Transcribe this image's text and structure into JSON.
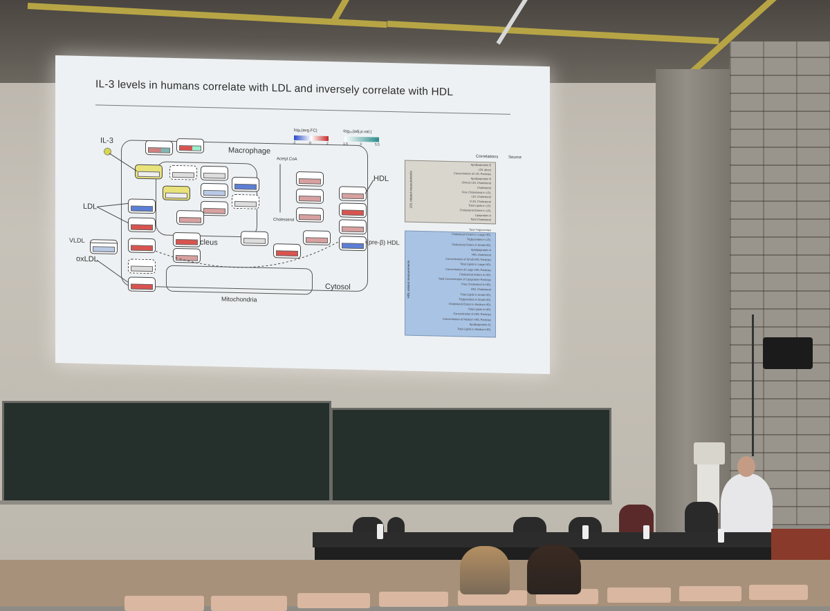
{
  "slide": {
    "title": "IL-3 levels in humans correlate with LDL and inversely correlate with HDL"
  },
  "diagram": {
    "compartments": {
      "macrophage": "Macrophage",
      "nucleus": "Nucleus",
      "cytosol": "Cytosol",
      "mitochondria": "Mitochondria"
    },
    "inputs": [
      "IL-3",
      "LDL",
      "VLDL",
      "oxLDL"
    ],
    "outputs": [
      "HDL",
      "(pre-β) HDL"
    ],
    "metabolites": [
      "Acetyl.CoA",
      "Cholesterol"
    ],
    "legend": {
      "fc_label": "log₂(avg.FC)",
      "fc_ticks": [
        "-2",
        "0",
        "2"
      ],
      "p_label": "-log₁₀(adj.p.val.)",
      "p_ticks": [
        "1.5",
        "3",
        "5.5"
      ]
    }
  },
  "correlations": {
    "header": "Correlations",
    "source_header": "Source",
    "ldl_group": "LDL related measurements",
    "hdl_group": "HDL related measurements",
    "ldl_rows": [
      "Apolipoprotein B",
      "LDL direct",
      "Concentration of LDL Particles",
      "Apolipoprotein B",
      "Clinical LDL Cholesterol",
      "Cholesterol",
      "Free Cholesterol in LDL",
      "LDL Cholesterol",
      "VLDL Cholesterol",
      "Total Lipids in LDL",
      "Cholesterol Esters in LDL",
      "Lipoprotein A",
      "Total Cholesterol"
    ],
    "hdl_rows": [
      "Total Triglycerides",
      "Cholesteryl Esters in Large HDL",
      "Triglycerides in LDL",
      "Cholesteryl Esters in Small HDL",
      "Apolipoprotein A",
      "HDL cholesterol",
      "Concentration of Small HDL Particles",
      "Total Lipids in Large HDL",
      "Concentration of Large HDL Particles",
      "Cholesterol Esters in HDL",
      "Total Concentration of Lipoprotein Particles",
      "Free Cholesterol in HDL",
      "HDL Cholesterol",
      "Total Lipids in Small HDL",
      "Triglycerides in Small HDL",
      "Cholesterol Esters in Medium HDL",
      "Total Lipids in HDL",
      "Concentration of HDL Particles",
      "Concentration of Medium HDL Particles",
      "Apolipoprotein A1",
      "Total Lipids in Medium HDL"
    ]
  },
  "colors": {
    "screen": "#eef1f3",
    "up": "#d9534f",
    "down": "#5b7fd6",
    "highlight": "#e8e27a",
    "board": "#25302c",
    "beam": "#b7a545"
  }
}
